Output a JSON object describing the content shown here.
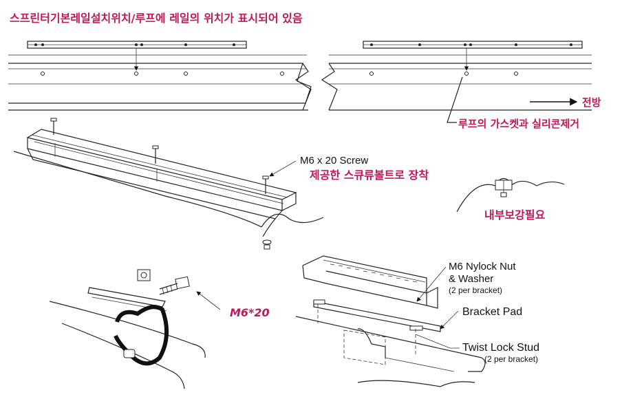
{
  "title": "스프린터기본레일설치위치/루프에 레일의 위치가 표시되어 있음",
  "top_panel": {
    "direction_label": "전방",
    "gasket_note": "루프의 가스켓과 실리콘제거"
  },
  "screw_panel": {
    "screw_label": "M6 x 20 Screw",
    "install_note": "제공한 스큐류볼트로 장착",
    "reinforce_note": "내부보강필요"
  },
  "detail_left": {
    "bolt_label": "M6*20"
  },
  "detail_right": {
    "nut_label_line1": "M6 Nylock Nut",
    "nut_label_line2": "& Washer",
    "nut_label_line3": "(2 per bracket)",
    "pad_label": "Bracket Pad",
    "stud_label": "Twist Lock Stud",
    "stud_sub": "(2 per bracket)"
  }
}
